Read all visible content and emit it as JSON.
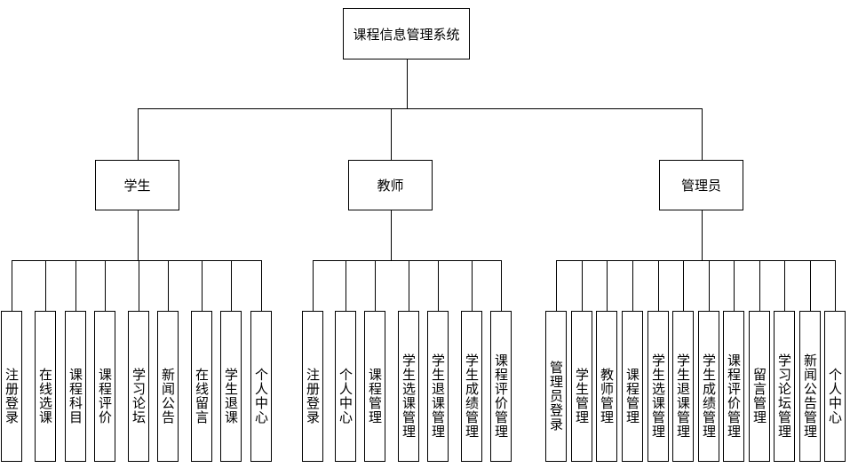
{
  "root": {
    "label": "课程信息管理系统"
  },
  "groups": [
    {
      "label": "学生",
      "items": [
        "注册登录",
        "在线选课",
        "课程科目",
        "课程评价",
        "学习论坛",
        "新闻公告",
        "在线留言",
        "学生退课",
        "个人中心"
      ]
    },
    {
      "label": "教师",
      "items": [
        "注册登录",
        "个人中心",
        "课程管理",
        "学生选课管理",
        "学生退课管理",
        "学生成绩管理",
        "课程评价管理"
      ]
    },
    {
      "label": "管理员",
      "items": [
        "管理员登录",
        "学生管理",
        "教师管理",
        "课程管理",
        "学生选课管理",
        "学生退课管理",
        "学生成绩管理",
        "课程评价管理",
        "留言管理",
        "学习论坛管理",
        "新闻公告管理",
        "个人中心"
      ]
    }
  ]
}
